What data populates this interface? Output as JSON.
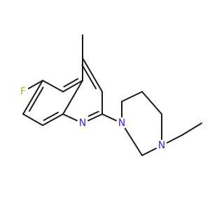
{
  "molecule": {
    "atom_labels": {
      "fluorine": "F",
      "quinoline_nitrogen": "N",
      "piperazine_n1": "N",
      "piperazine_n4": "N"
    },
    "colors": {
      "bond": "#1a1a1a",
      "fluorine": "#8fbf30",
      "nitrogen": "#2b2bd9"
    }
  }
}
